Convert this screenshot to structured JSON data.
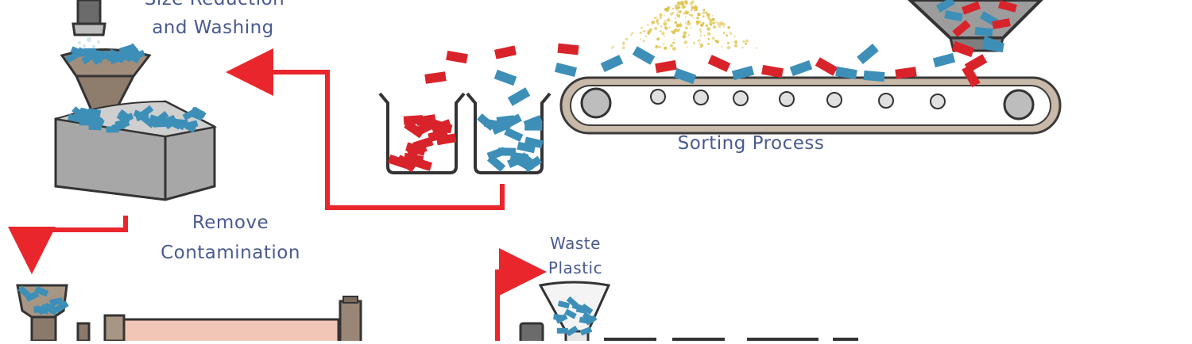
{
  "labels": {
    "size_reduction_line1": "Size Reduction",
    "size_reduction_line2": "and Washing",
    "sorting_process": "Sorting Process",
    "remove_contamination_line1": "Remove",
    "remove_contamination_line2": "Contamination",
    "waste_plastic_line1": "Waste",
    "waste_plastic_line2": "Plastic"
  },
  "colors": {
    "arrow": "#e8262c",
    "label": "#4a5a90",
    "flake_red": "#d9232a",
    "flake_blue": "#3d8fb8",
    "spray": "#e0c24a",
    "metal": "#9a9a9a",
    "outline": "#3a3a3a",
    "belt": "#b8a898",
    "extruder_body": "#f2c6b6"
  },
  "icons": {
    "size_reduction_machine": "shredder-washer-icon",
    "sorting_conveyor": "conveyor-belt-icon",
    "sort_hopper": "hopper-icon",
    "red_bin": "red-flake-bin-icon",
    "blue_bin": "blue-flake-bin-icon",
    "extruder": "extruder-machine-icon",
    "waste_hopper": "waste-plastic-hopper-icon"
  }
}
